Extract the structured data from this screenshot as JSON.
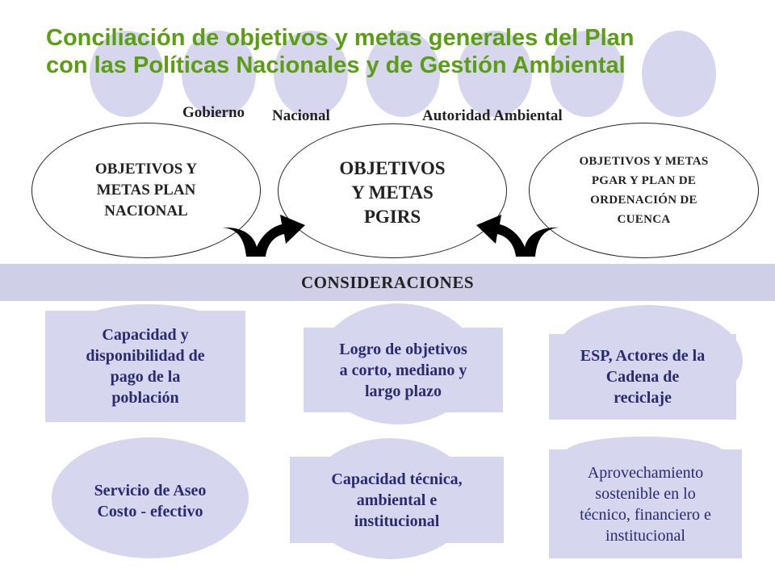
{
  "title": {
    "line1": "Conciliación de objetivos y metas generales del Plan",
    "line2": "con las Políticas Nacionales y de Gestión Ambiental"
  },
  "labels": {
    "gobierno": "Gobierno",
    "nacional": "Nacional",
    "autoridad": "Autoridad Ambiental"
  },
  "ellipses": {
    "left": [
      "OBJETIVOS Y",
      "METAS PLAN",
      "NACIONAL"
    ],
    "center": [
      "OBJETIVOS",
      "Y METAS",
      "PGIRS"
    ],
    "right": [
      "OBJETIVOS Y METAS",
      "PGAR Y PLAN DE",
      "ORDENACIÓN DE",
      "CUENCA"
    ]
  },
  "band": "CONSIDERACIONES",
  "cards": {
    "c1": [
      "Capacidad y",
      "disponibilidad de",
      "pago de la",
      "población"
    ],
    "c2": [
      "Logro de objetivos",
      "a corto, mediano y",
      "largo plazo"
    ],
    "c3": [
      "ESP, Actores de la",
      "Cadena de",
      "reciclaje"
    ],
    "c4": [
      "Servicio de Aseo",
      "Costo - efectivo"
    ],
    "c5": [
      "Capacidad técnica,",
      "ambiental e",
      "institucional"
    ],
    "c6": [
      "Aprovechamiento",
      "sostenible en lo",
      "técnico, financiero e",
      "institucional"
    ]
  },
  "colors": {
    "title": "#5c9e12",
    "decor": "#d6d6ee",
    "band": "#cfcfe8",
    "card_text": "#2a2a6e"
  }
}
